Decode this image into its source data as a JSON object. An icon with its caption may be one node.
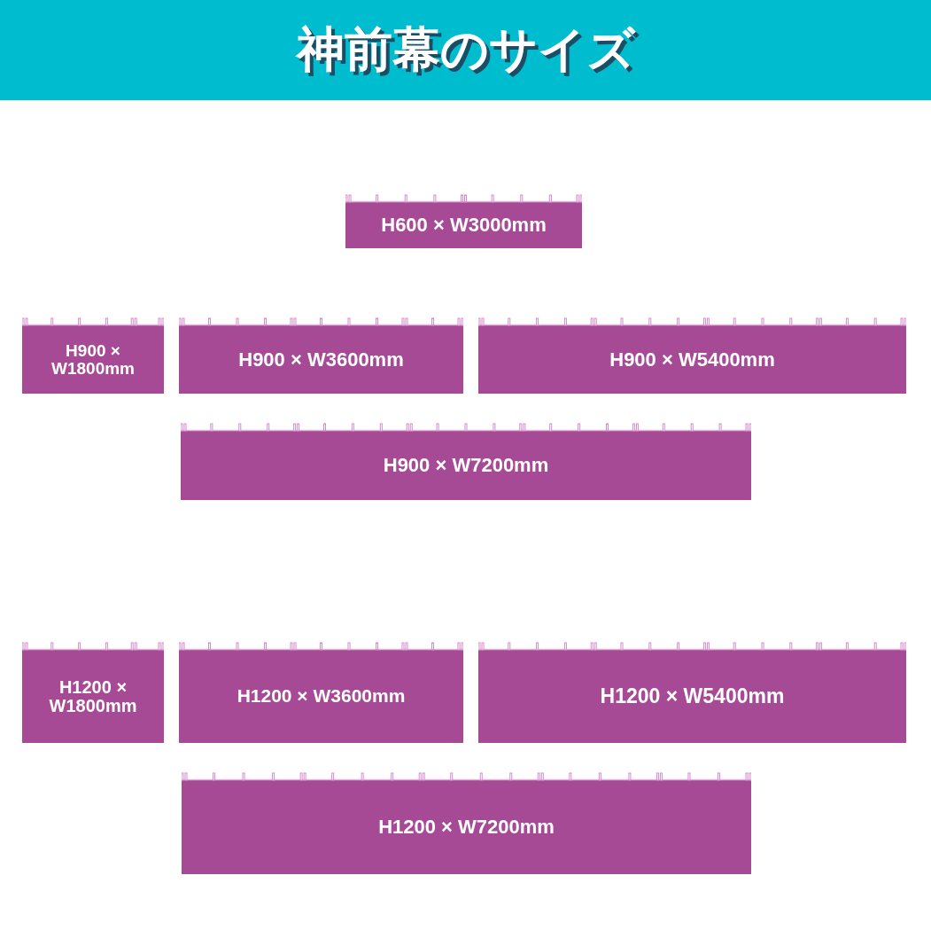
{
  "diagram": {
    "title": "神前幕のサイズ",
    "nodes": [
      {
        "text": [
          "H600 × W3000mm"
        ]
      },
      {
        "text": [
          "H900 × W1800mm"
        ]
      },
      {
        "text": [
          "H900 × W3600mm"
        ]
      },
      {
        "text": [
          "H900 × W5400mm"
        ]
      },
      {
        "text": [
          "H900 × W7200mm"
        ]
      },
      {
        "text": [
          "H1200 × W1800mm"
        ]
      },
      {
        "text": [
          "H1200 × W3600mm"
        ]
      },
      {
        "text": [
          "H1200 × W5400mm"
        ]
      },
      {
        "text": [
          "H1200 × W7200mm"
        ]
      }
    ],
    "edges": []
  }
}
